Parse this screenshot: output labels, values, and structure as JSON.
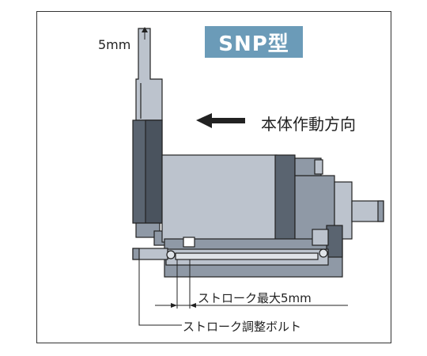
{
  "title": "SNP型",
  "labels": {
    "top_offset": "5mm",
    "direction": "本体作動方向",
    "stroke_max": "ストローク最大5mm",
    "adjust_bolt": "ストローク調整ボルト"
  },
  "colors": {
    "badge": "#6b9bb8",
    "body_light": "#bcc3cd",
    "body_mid": "#8f99a6",
    "body_dark": "#5a6470",
    "outline": "#222222"
  }
}
